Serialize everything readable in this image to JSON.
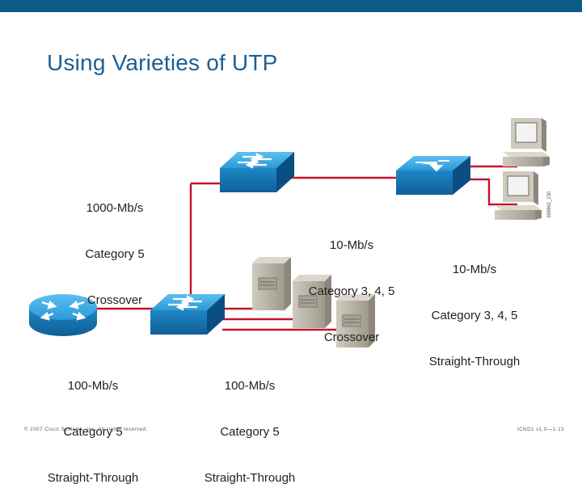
{
  "slide": {
    "title": "Using Varieties of UTP",
    "footer_left": "© 2007 Cisco Systems, Inc. All rights reserved.",
    "footer_right": "ICND1 v1.0—1-13",
    "figure_id": "389862_230"
  },
  "labels": {
    "link_1000": [
      "1000-Mb/s",
      "Category 5",
      "Crossover"
    ],
    "link_10_cross": [
      "10-Mb/s",
      "Category 3, 4, 5",
      "Crossover"
    ],
    "link_10_straight": [
      "10-Mb/s",
      "Category 3, 4, 5",
      "Straight-Through"
    ],
    "link_100_router": [
      "100-Mb/s",
      "Category 5",
      "Straight-Through"
    ],
    "link_100_servers": [
      "100-Mb/s",
      "Category 5",
      "Straight-Through"
    ]
  },
  "colors": {
    "topbar": "#0b5b86",
    "title": "#1a5f96",
    "cable": "#c8102e",
    "device_blue": "#1d8fd0",
    "server_gray": "#b8b2a6"
  },
  "icons": [
    "switch-icon",
    "hub-icon",
    "router-icon",
    "server-icon",
    "pc-icon"
  ]
}
